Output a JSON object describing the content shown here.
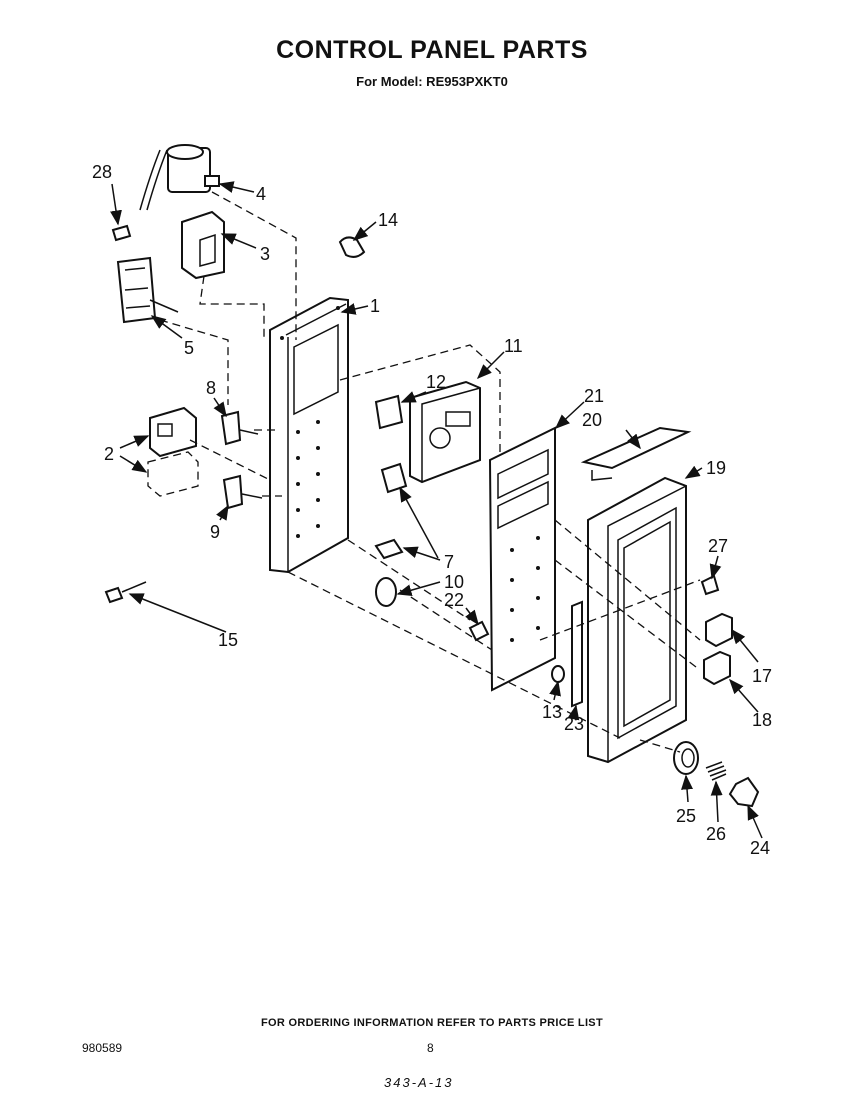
{
  "header": {
    "title": "CONTROL PANEL PARTS",
    "model_line": "For Model: RE953PXKT0"
  },
  "callouts": [
    "1",
    "2",
    "3",
    "4",
    "5",
    "7",
    "8",
    "9",
    "10",
    "11",
    "12",
    "13",
    "14",
    "15",
    "17",
    "18",
    "19",
    "20",
    "21",
    "22",
    "23",
    "24",
    "25",
    "26",
    "27",
    "28"
  ],
  "footer": {
    "note": "FOR ORDERING INFORMATION REFER TO PARTS PRICE LIST",
    "doc_number": "980589",
    "page_number": "8",
    "handwritten": "343-A-13"
  }
}
